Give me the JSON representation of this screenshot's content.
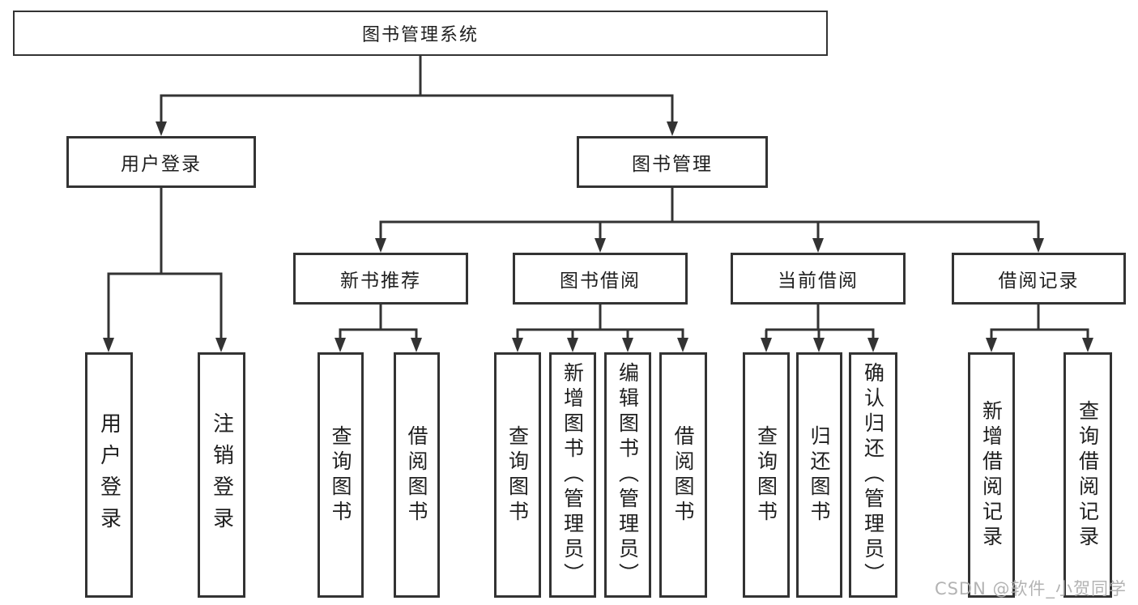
{
  "tree": {
    "root": "图书管理系统",
    "branches": [
      {
        "label": "用户登录",
        "children": [
          "用户登录",
          "注销登录"
        ]
      },
      {
        "label": "图书管理",
        "groups": [
          {
            "label": "新书推荐",
            "children": [
              "查询图书",
              "借阅图书"
            ]
          },
          {
            "label": "图书借阅",
            "children": [
              "查询图书",
              "新增图书（管理员）",
              "编辑图书（管理员）",
              "借阅图书"
            ]
          },
          {
            "label": "当前借阅",
            "children": [
              "查询图书",
              "归还图书",
              "确认归还（管理员）"
            ]
          },
          {
            "label": "借阅记录",
            "children": [
              "新增借阅记录",
              "查询借阅记录"
            ]
          }
        ]
      }
    ]
  },
  "watermark": "CSDN @软件_小贺同学",
  "colors": {
    "line": "#333333",
    "text": "#1f1f1f",
    "watermark": "#afafaf",
    "background": "#ffffff"
  }
}
